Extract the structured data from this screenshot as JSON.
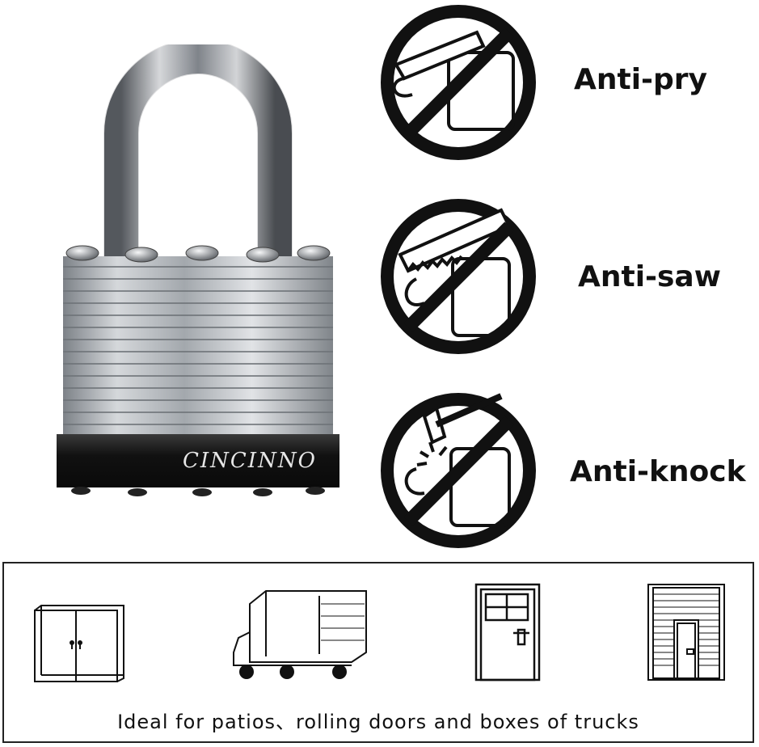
{
  "product": {
    "brand_engraving": "CINCINNO"
  },
  "features": [
    {
      "label": "Anti-pry",
      "icon": "anti-pry-icon"
    },
    {
      "label": "Anti-saw",
      "icon": "anti-saw-icon"
    },
    {
      "label": "Anti-knock",
      "icon": "anti-knock-icon"
    }
  ],
  "usage": {
    "caption": "Ideal for patios、rolling doors and boxes of trucks",
    "icons": [
      "cabinet-icon",
      "truck-icon",
      "door-icon",
      "rolling-door-icon"
    ]
  },
  "colors": {
    "prohibition": "#111111",
    "steel": "#b8bcc0",
    "bumper": "#1a1a1a"
  }
}
